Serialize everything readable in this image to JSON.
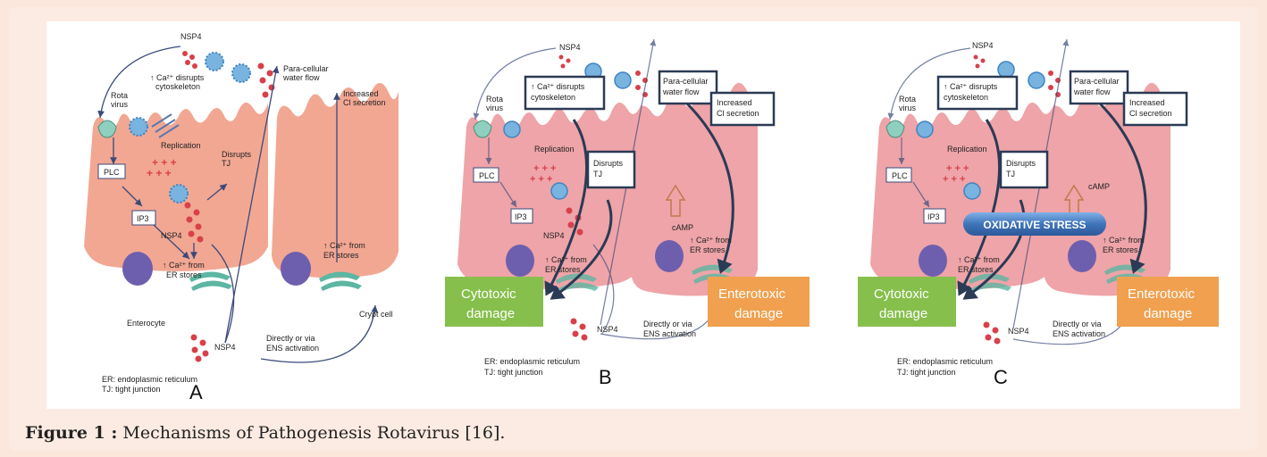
{
  "panels": {
    "a": {
      "letter": "A",
      "nsp4_top": "NSP4",
      "rota_virus_1": "Rota",
      "rota_virus_2": "virus",
      "ca_disrupts_1": "↑ Ca²⁺ disrupts",
      "ca_disrupts_2": "cytoskeleton",
      "paracellular_1": "Para-cellular",
      "paracellular_2": "water flow",
      "increased_cl_1": "Increased",
      "increased_cl_2": "Cl secretion",
      "replication": "Replication",
      "plc": "PLC",
      "ip3": "IP3",
      "disrupts_tj_1": "Disrupts",
      "disrupts_tj_2": "TJ",
      "nsp4_mid": "NSP4",
      "ca_er_1": "↑ Ca²⁺ from",
      "ca_er_2": "ER stores",
      "ca_er_right_1": "↑ Ca²⁺ from",
      "ca_er_right_2": "ER stores",
      "enterocyte": "Enterocyte",
      "crypt_cell": "Crypt cell",
      "nsp4_bottom": "NSP4",
      "directly_1": "Directly or via",
      "directly_2": "ENS activation",
      "legend_er": "ER: endoplasmic reticulum",
      "legend_tj": "TJ: tight junction"
    },
    "b": {
      "letter": "B",
      "nsp4_top": "NSP4",
      "rota_virus_1": "Rota",
      "rota_virus_2": "virus",
      "ca_disrupts_1": "↑ Ca²⁺ disrupts",
      "ca_disrupts_2": "cytoskeleton",
      "paracellular_1": "Para-cellular",
      "paracellular_2": "water flow",
      "increased_cl_1": "Increased",
      "increased_cl_2": "Cl secretion",
      "replication": "Replication",
      "plc": "PLC",
      "ip3": "IP3",
      "disrupts_tj_1": "Disrupts",
      "disrupts_tj_2": "TJ",
      "nsp4_mid": "NSP4",
      "camp": "cAMP",
      "ca_er_1": "↑ Ca²⁺ from",
      "ca_er_2": "ER stores",
      "ca_er_right_1": "↑ Ca²⁺ from",
      "ca_er_right_2": "ER stores",
      "cytotoxic_1": "Cytotoxic",
      "cytotoxic_2": "damage",
      "enterotoxic_1": "Enterotoxic",
      "enterotoxic_2": "damage",
      "nsp4_bottom": "NSP4",
      "directly_1": "Directly or via",
      "directly_2": "ENS activation",
      "legend_er": "ER: endoplasmic reticulum",
      "legend_tj": "TJ: tight junction"
    },
    "c": {
      "letter": "C",
      "nsp4_top": "NSP4",
      "rota_virus_1": "Rota",
      "rota_virus_2": "virus",
      "ca_disrupts_1": "↑ Ca²⁺ disrupts",
      "ca_disrupts_2": "cytoskeleton",
      "paracellular_1": "Para-cellular",
      "paracellular_2": "water flow",
      "increased_cl_1": "Increased",
      "increased_cl_2": "Cl secretion",
      "replication": "Replication",
      "plc": "PLC",
      "ip3": "IP3",
      "disrupts_tj_1": "Disrupts",
      "disrupts_tj_2": "TJ",
      "camp": "cAMP",
      "oxidative_stress": "OXIDATIVE STRESS",
      "ca_er_1": "↑ Ca²⁺ from",
      "ca_er_2": "ER stores",
      "ca_er_right_1": "↑ Ca²⁺ from",
      "ca_er_right_2": "ER stores",
      "cytotoxic_1": "Cytotoxic",
      "cytotoxic_2": "damage",
      "enterotoxic_1": "Enterotoxic",
      "enterotoxic_2": "damage",
      "nsp4_bottom": "NSP4",
      "directly_1": "Directly or via",
      "directly_2": "ENS activation",
      "legend_er": "ER: endoplasmic reticulum",
      "legend_tj": "TJ: tight junction"
    }
  },
  "caption": {
    "label": "Figure 1 :",
    "text": " Mechanisms of Pathogenesis Rotavirus [16]."
  },
  "colors": {
    "cell": "#f2a793",
    "cell_faded": "#eea4a8",
    "nucleus": "#6e5fae",
    "virus": "#79b3df",
    "nsp4": "#d8404a",
    "er": "#5cb6a2",
    "cytotoxic": "#86bf4c",
    "enterotoxic": "#f0a04e",
    "oxidative": "#3f74b8",
    "box_border": "#2b3a55"
  }
}
